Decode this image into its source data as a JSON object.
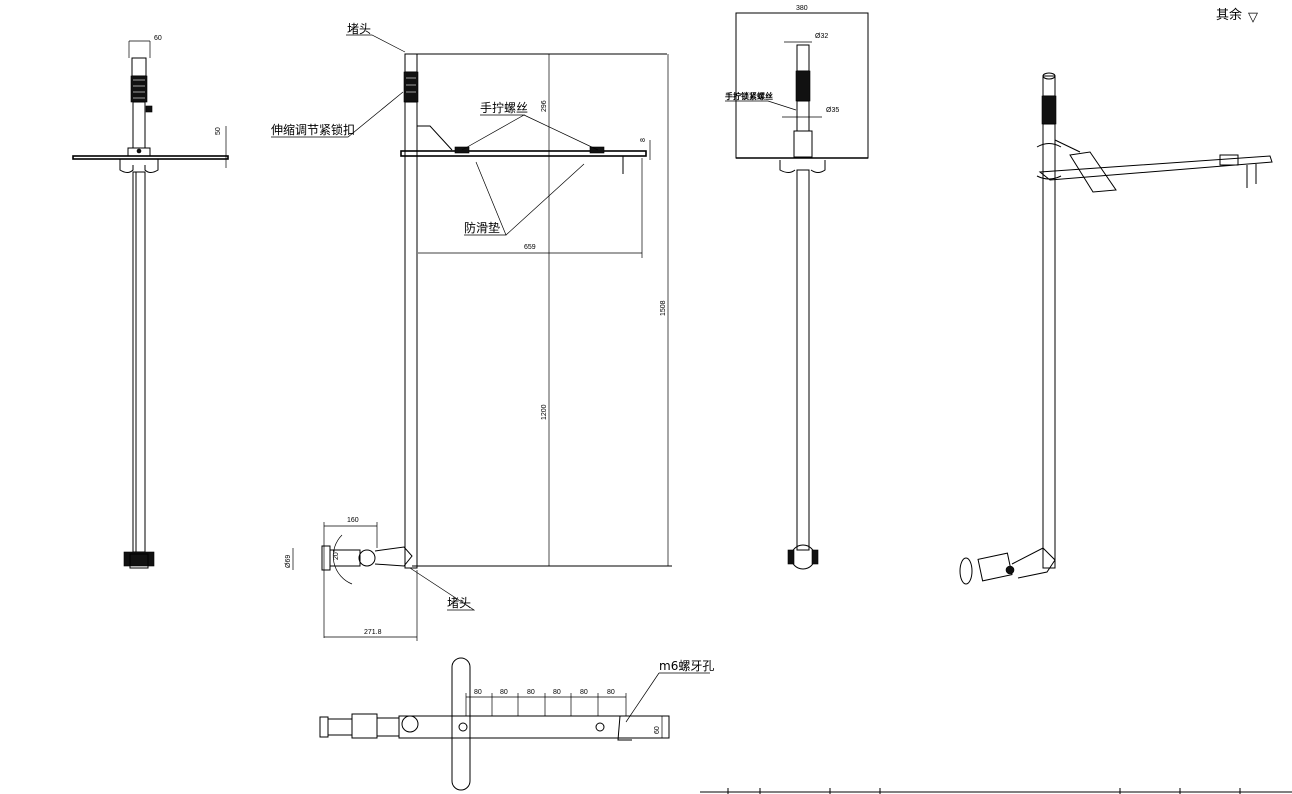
{
  "roughness": {
    "text": "其余",
    "symbol": "▽"
  },
  "views": {
    "side_left": {
      "dims": {
        "top_width": "60",
        "plate_height": "50"
      }
    },
    "front": {
      "labels": {
        "plug_top": "堵头",
        "lock_buckle": "伸缩调节紧锁扣",
        "hand_screw": "手拧螺丝",
        "anti_slip_pad": "防滑垫",
        "plug_bottom": "堵头"
      },
      "dims": {
        "upper_height": "296",
        "gap": "8",
        "arm_length": "659",
        "total_height": "1508",
        "lower_height": "1200",
        "clamp_width": "160",
        "clamp_dia": "Ø69",
        "bottom_offset": "271.8",
        "angle": "20°"
      }
    },
    "side_right": {
      "labels": {
        "hand_lock_screw": "手拧锁紧螺丝"
      },
      "dims": {
        "plate_width": "380",
        "upper_dia": "Ø32",
        "lower_dia": "Ø35"
      }
    },
    "top": {
      "labels": {
        "thread_hole": "m6螺牙孔"
      },
      "dims": {
        "spacing": [
          "80",
          "80",
          "80",
          "80",
          "80",
          "80"
        ],
        "width": "60"
      }
    }
  }
}
